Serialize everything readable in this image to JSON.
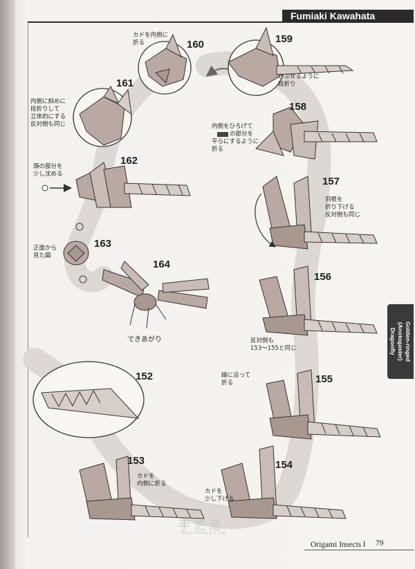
{
  "header": {
    "author": "Fumiaki Kawahata"
  },
  "side_tab": {
    "title": "Golden-ringed (Anotogaster) Dragonfly"
  },
  "steps": {
    "s152": {
      "number": "152"
    },
    "s153": {
      "number": "153",
      "note": [
        "カドを",
        "内側に折る"
      ]
    },
    "s154": {
      "number": "154",
      "note": [
        "カドを",
        "少し下げる"
      ]
    },
    "s155": {
      "number": "155",
      "note": [
        "線に沿って",
        "折る"
      ]
    },
    "s156": {
      "number": "156",
      "note": [
        "反対側も",
        "153～155と同じ"
      ]
    },
    "s157": {
      "number": "157",
      "note": [
        "羽根を",
        "折り下げる",
        "反対側も同じ"
      ]
    },
    "s158": {
      "number": "158",
      "note": [
        "内側をひろげて",
        "の部分を",
        "平らにするように",
        "折る"
      ]
    },
    "s159": {
      "number": "159",
      "note": [
        "かぶせるように",
        "段折り"
      ]
    },
    "s160": {
      "number": "160",
      "note": [
        "カドを内側に",
        "折る"
      ]
    },
    "s161": {
      "number": "161",
      "note": [
        "内側に斜めに",
        "段折りして",
        "立体的にする",
        "反対側も同じ"
      ]
    },
    "s162": {
      "number": "162",
      "note": [
        "頭の部分を",
        "少し沈める"
      ]
    },
    "s163": {
      "number": "163",
      "note": [
        "正面から",
        "見た図"
      ]
    },
    "s164": {
      "number": "164",
      "note": [
        "できあがり"
      ]
    }
  },
  "footer": {
    "book_title": "Origami Insects Ⅰ",
    "page_number": "79"
  },
  "watermark": {
    "text": "手艺活",
    "sub": "SHOUYIHUO.COM"
  }
}
